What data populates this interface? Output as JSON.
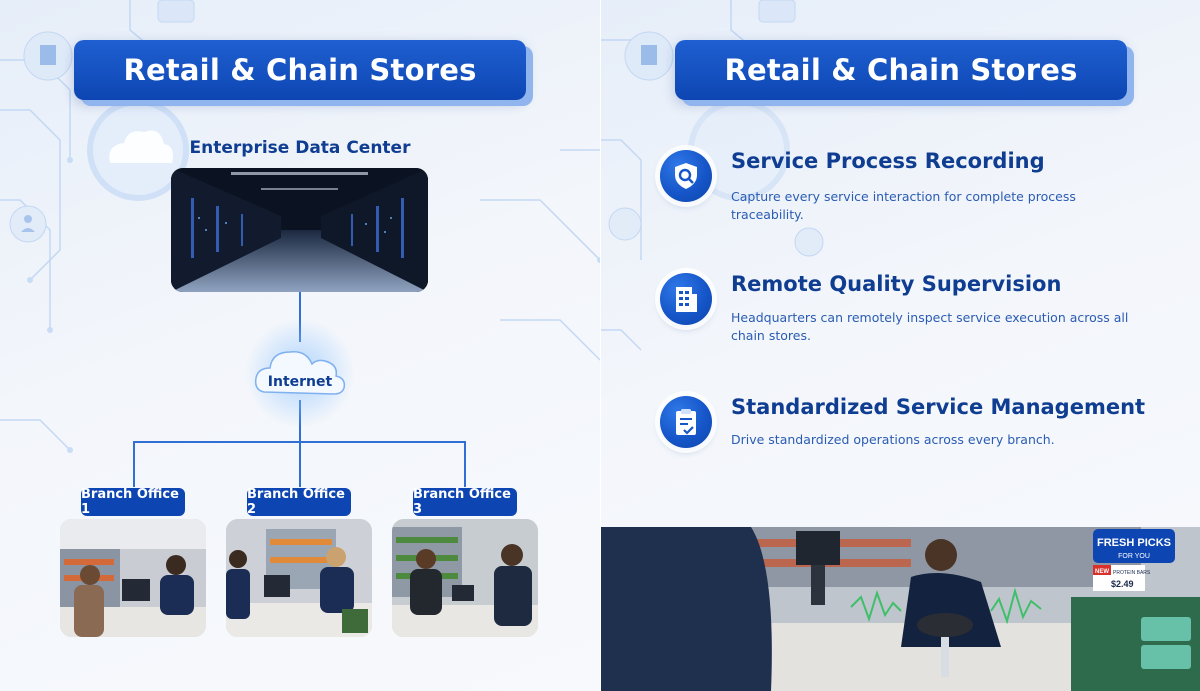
{
  "left_panel": {
    "banner_title": "Retail & Chain Stores",
    "data_center": {
      "title": "Enterprise Data Center",
      "image": "server-room-photo"
    },
    "network": {
      "label": "Internet",
      "icon": "cloud-icon"
    },
    "branches": [
      {
        "label": "Branch Office 1",
        "image": "store-checkout-photo"
      },
      {
        "label": "Branch Office 2",
        "image": "store-checkout-photo"
      },
      {
        "label": "Branch Office 3",
        "image": "store-checkout-photo"
      }
    ]
  },
  "right_panel": {
    "banner_title": "Retail & Chain Stores",
    "features": [
      {
        "icon": "shield-search-icon",
        "title": "Service Process Recording",
        "description": "Capture every service interaction for complete process traceability."
      },
      {
        "icon": "building-icon",
        "title": "Remote Quality Supervision",
        "description": "Headquarters can remotely inspect service execution across all chain stores."
      },
      {
        "icon": "clipboard-check-icon",
        "title": "Standardized Service Management",
        "description": "Drive standardized operations across every branch."
      }
    ],
    "photo": {
      "image": "checkout-counter-photo",
      "sign_title": "FRESH PICKS",
      "sign_subtitle": "FOR YOU",
      "tag_new": "NEW",
      "tag_product": "PROTEIN BARS",
      "tag_price": "$2.49"
    }
  },
  "colors": {
    "primary": "#0d46b3",
    "title_text": "#0f3d91",
    "desc_text": "#2a5cb3",
    "line": "#2f6fd6",
    "background": "#eef2f8"
  }
}
